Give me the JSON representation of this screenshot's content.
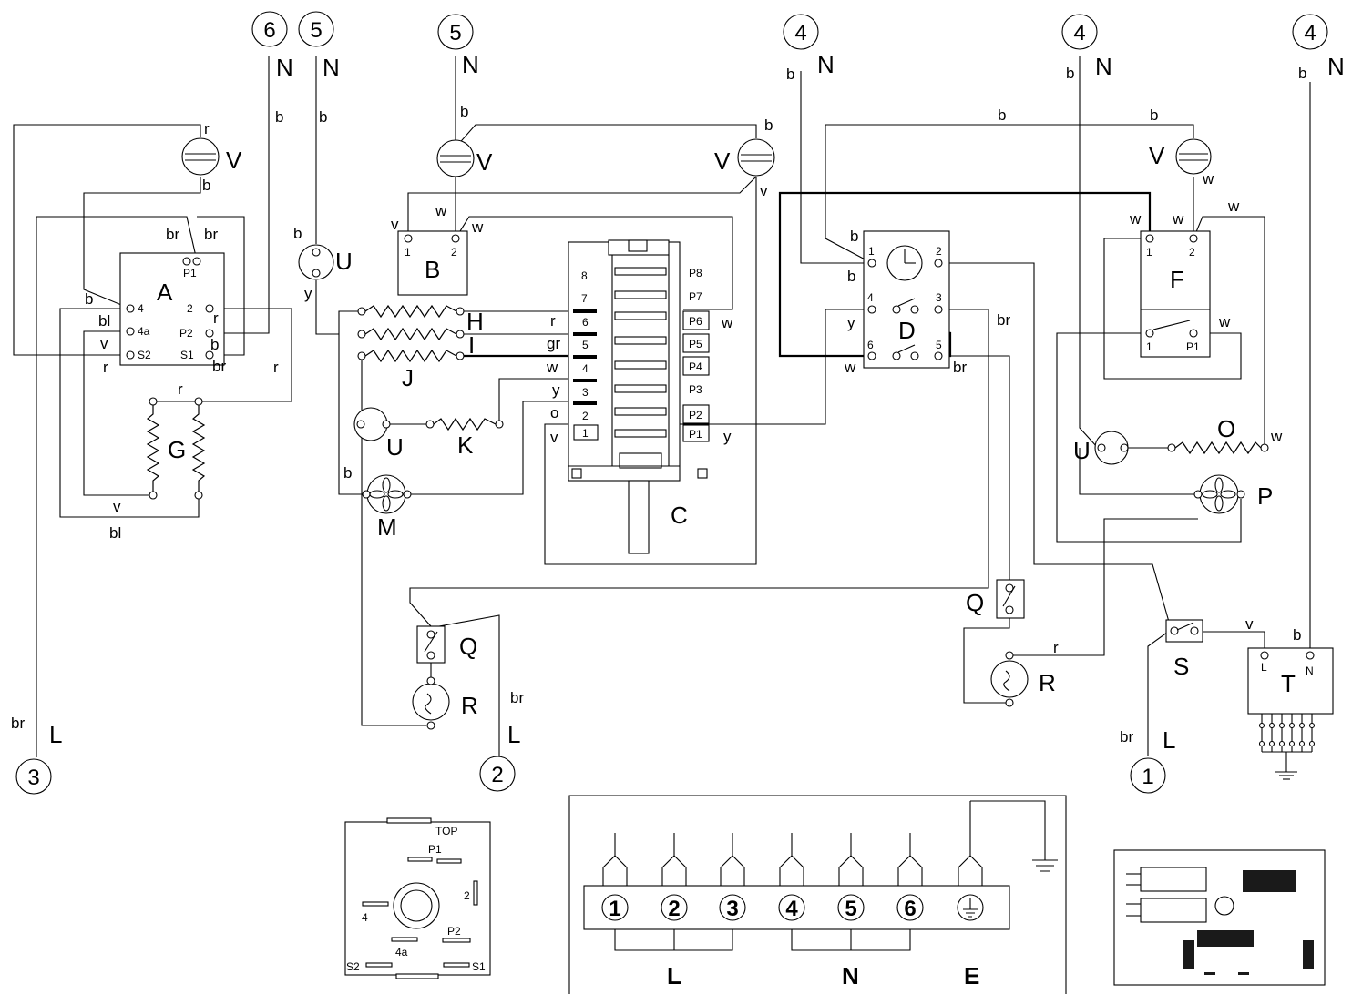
{
  "feeds": [
    {
      "id": "f6",
      "num": "6",
      "line": "N"
    },
    {
      "id": "f5a",
      "num": "5",
      "line": "N"
    },
    {
      "id": "f5b",
      "num": "5",
      "line": "N"
    },
    {
      "id": "f4a",
      "num": "4",
      "line": "N"
    },
    {
      "id": "f4b",
      "num": "4",
      "line": "N"
    },
    {
      "id": "f4c",
      "num": "4",
      "line": "N"
    },
    {
      "id": "f3",
      "num": "3",
      "line": "L"
    },
    {
      "id": "f2",
      "num": "2",
      "line": "L"
    },
    {
      "id": "f1",
      "num": "1",
      "line": "L"
    }
  ],
  "components": {
    "A": "A",
    "B": "B",
    "C": "C",
    "D": "D",
    "F": "F",
    "G": "G",
    "H": "H",
    "I": "I",
    "J": "J",
    "K": "K",
    "M": "M",
    "O": "O",
    "P": "P",
    "Q": "Q",
    "R": "R",
    "S": "S",
    "T": "T",
    "U": "U",
    "V": "V"
  },
  "pins": {
    "A": [
      "P1",
      "4",
      "4a",
      "S2",
      "2",
      "P2",
      "S1"
    ],
    "B": [
      "1",
      "2"
    ],
    "C_left": [
      "8",
      "7",
      "6",
      "5",
      "4",
      "3",
      "2",
      "1"
    ],
    "C_right": [
      "P8",
      "P7",
      "P6",
      "P5",
      "P4",
      "P3",
      "P2",
      "P1"
    ],
    "D": [
      "1",
      "2",
      "4",
      "3",
      "6",
      "5"
    ],
    "F": [
      "1",
      "2",
      "1",
      "P1"
    ],
    "T": [
      "L",
      "N"
    ]
  },
  "wire_codes": [
    "r",
    "b",
    "br",
    "bl",
    "v",
    "w",
    "y",
    "gr",
    "o"
  ],
  "switch_face": {
    "title": "TOP",
    "labels": [
      "P1",
      "2",
      "4",
      "P2",
      "4a",
      "S2",
      "S1"
    ]
  },
  "terminal_block": {
    "terminals": [
      "1",
      "2",
      "3",
      "4",
      "5",
      "6"
    ],
    "groups": [
      "L",
      "N",
      "E"
    ]
  }
}
